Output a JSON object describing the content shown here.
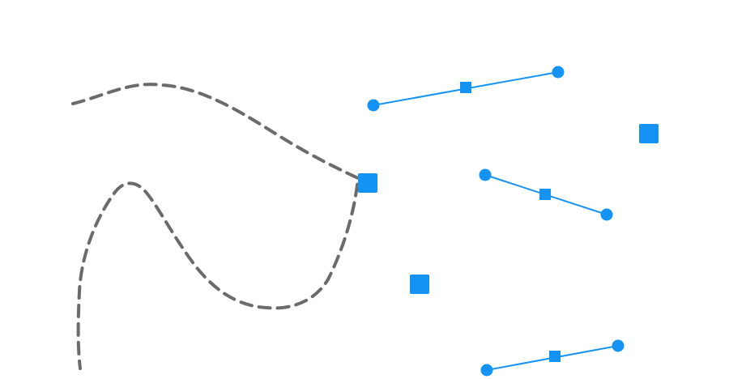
{
  "colors": {
    "background": "#ffffff",
    "accent": "#1493f5",
    "path_stroke": "#6b6b6b"
  },
  "elements": {
    "dashed_path": {
      "style": "dashed",
      "color_key": "path_stroke"
    },
    "segments": [
      {
        "name": "segment-1",
        "start_marker": "circle",
        "mid_marker": "square",
        "end_marker": "circle"
      },
      {
        "name": "segment-2",
        "start_marker": "circle",
        "mid_marker": "square",
        "end_marker": "circle"
      },
      {
        "name": "segment-3",
        "start_marker": "circle",
        "mid_marker": "square",
        "end_marker": "circle"
      }
    ],
    "standalone_markers": [
      {
        "name": "anchor-square-on-path",
        "shape": "square"
      },
      {
        "name": "square-marker-right",
        "shape": "square"
      },
      {
        "name": "square-marker-center",
        "shape": "square"
      }
    ]
  }
}
